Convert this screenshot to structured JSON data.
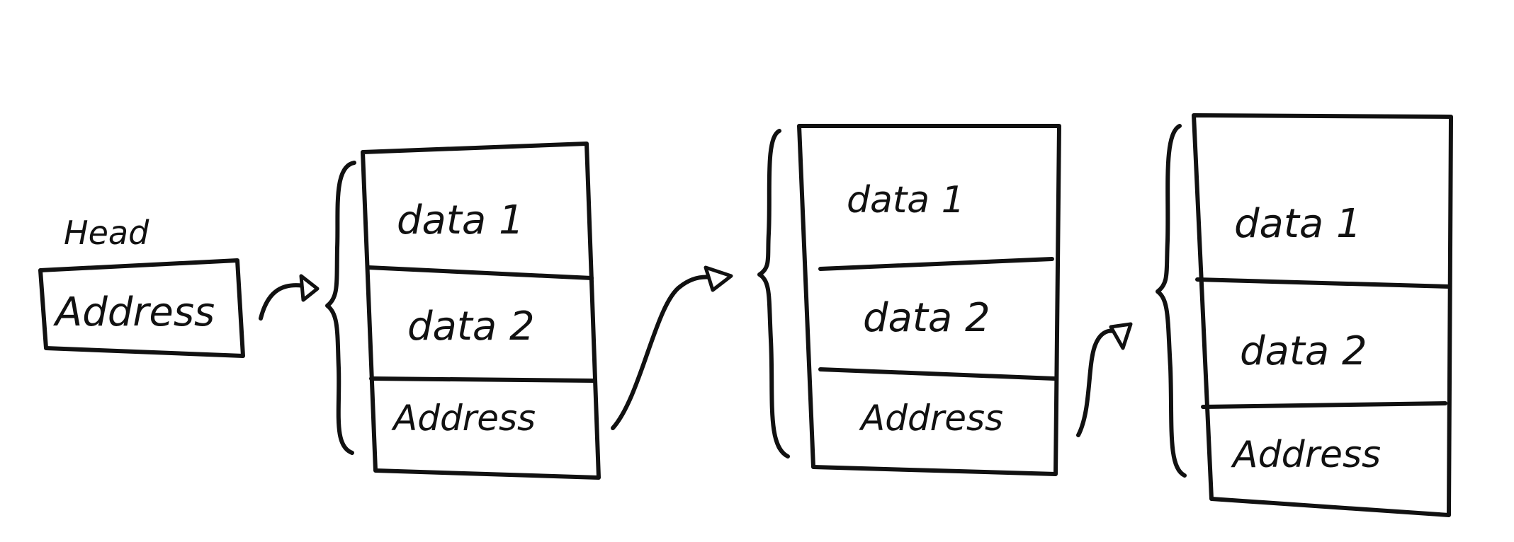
{
  "head": {
    "label": "Head",
    "address": "Address"
  },
  "nodes": [
    {
      "data1": "data 1",
      "data2": "data 2",
      "address": "Address"
    },
    {
      "data1": "data 1",
      "data2": "data 2",
      "address": "Address"
    },
    {
      "data1": "data 1",
      "data2": "data 2",
      "address": "Address"
    }
  ]
}
